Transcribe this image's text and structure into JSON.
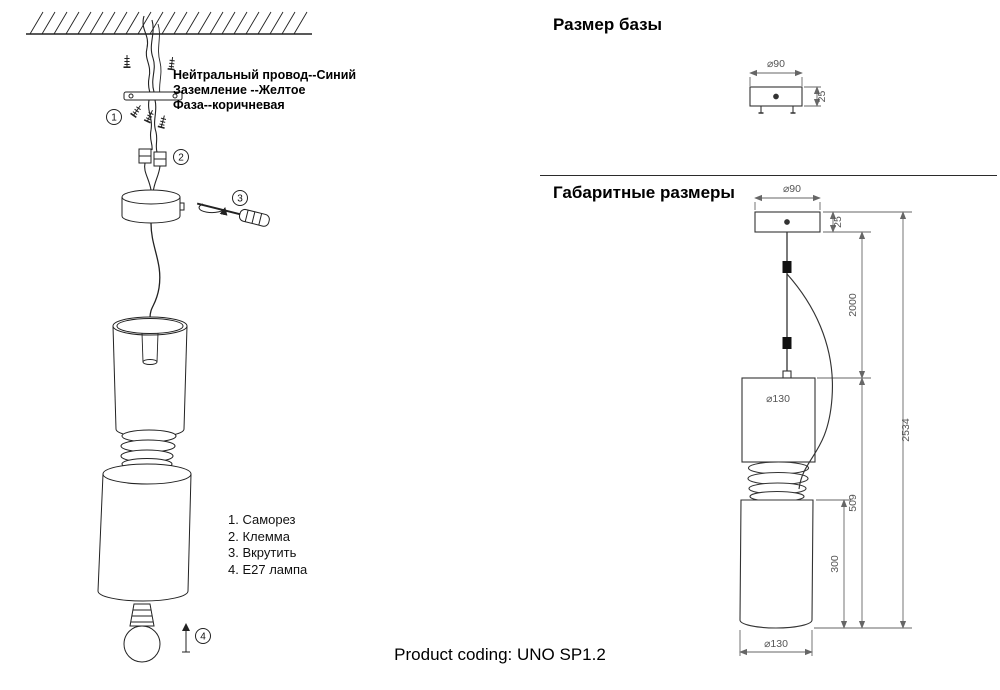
{
  "product": {
    "coding_line": "Product coding: UNO SP1.2"
  },
  "assembly": {
    "wire_labels": [
      "Нейтральный провод--Синий",
      "Заземление --Желтое",
      "Фаза--коричневая"
    ],
    "steps": {
      "s1": "1",
      "s2": "2",
      "s3": "3",
      "s4": "4"
    },
    "legend": [
      "1. Саморез",
      "2. Клемма",
      "3. Вкрутить",
      "4. E27 лампа"
    ]
  },
  "base_size": {
    "title": "Размер базы",
    "dims": {
      "diameter": "⌀90",
      "height": "25"
    }
  },
  "overall": {
    "title": "Габаритные размеры",
    "dims": {
      "base_diameter": "⌀90",
      "base_height": "25",
      "wire_length": "2000",
      "shade_diameter": "⌀130",
      "total_height": "2534",
      "lamp_height": "509",
      "body_height": "300",
      "bottom_diameter": "⌀130"
    }
  },
  "colors": {
    "object_line": "#222222",
    "dim_line": "#666666",
    "dim_text": "#555555"
  }
}
